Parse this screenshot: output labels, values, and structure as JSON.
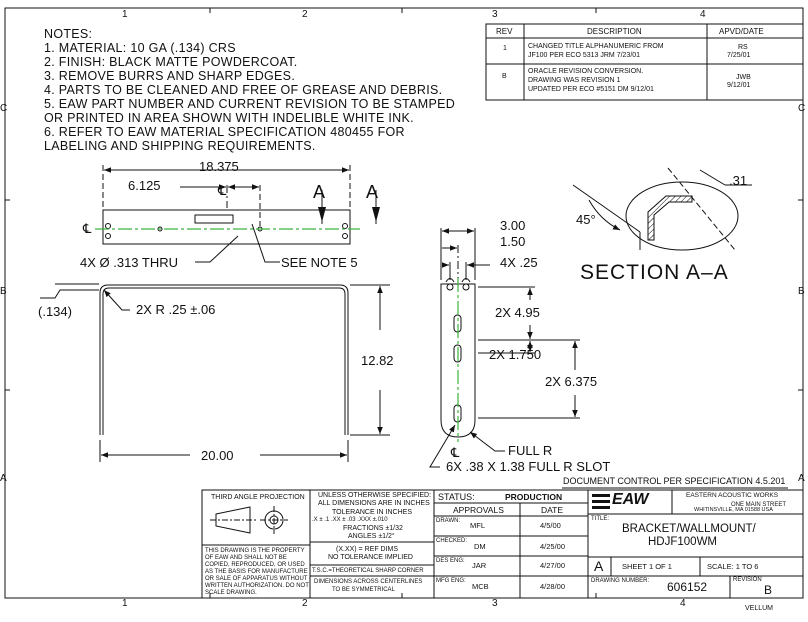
{
  "border": {
    "zones_top": [
      "4",
      "3",
      "2",
      "1"
    ],
    "zones_bottom": [
      "1",
      "2",
      "3",
      "4"
    ],
    "zones_left": [
      "C",
      "B",
      "A"
    ],
    "zones_right": [
      "C",
      "B",
      "A"
    ]
  },
  "notes": {
    "heading": "NOTES:",
    "items": [
      "1. MATERIAL: 10 GA (.134) CRS",
      "2. FINISH: BLACK MATTE POWDERCOAT.",
      "3. REMOVE BURRS AND SHARP EDGES.",
      "4. PARTS TO BE CLEANED AND FREE OF GREASE AND DEBRIS.",
      "5. EAW PART NUMBER AND CURRENT REVISION TO BE STAMPED",
      "    OR PRINTED IN AREA SHOWN WITH INDELIBLE WHITE INK.",
      "6. REFER TO EAW MATERIAL SPECIFICATION 480455 FOR",
      "    LABELING AND SHIPPING REQUIREMENTS."
    ]
  },
  "revisions": {
    "headers": [
      "REV",
      "DESCRIPTION",
      "APVD/DATE"
    ],
    "rows": [
      {
        "rev": "1",
        "desc1": "CHANGED TITLE ALPHANUMERIC FROM",
        "desc2": "JF100 PER ECO 5313 JRM 7/23/01",
        "desc3": "",
        "apvd1": "RS",
        "apvd2": "7/25/01"
      },
      {
        "rev": "B",
        "desc1": "ORACLE REVISION CONVERSION.",
        "desc2": "DRAWING WAS REVISION 1",
        "desc3": "UPDATED PER ECO #5151 DM 9/12/01",
        "apvd1": "JWB",
        "apvd2": "9/12/01"
      }
    ]
  },
  "dims": {
    "d18375": "18.375",
    "d6125": "6.125",
    "cl": "℄",
    "sec_a1": "A",
    "sec_a2": "A",
    "holes": "4X Ø .313 THRU",
    "see_note": "SEE NOTE 5",
    "thk": "(.134)",
    "radius": "2X R .25 ±.06",
    "height": "12.82",
    "width": "20.00",
    "d300": "3.00",
    "d150": "1.50",
    "d4x25": "4X .25",
    "d495": "2X 4.95",
    "d1750": "2X 1.750",
    "d6375": "2X 6.375",
    "fullr": "FULL R",
    "slot": "6X .38 X 1.38 FULL R SLOT",
    "angle": "45°",
    "d31": ".31",
    "section": "SECTION A–A",
    "doc_control": "DOCUMENT CONTROL PER SPECIFICATION 4.5.201"
  },
  "titleblock": {
    "third_angle": "THIRD ANGLE PROJECTION",
    "unless1": "UNLESS OTHERWISE SPECIFIED:",
    "unless2": "ALL DIMENSIONS ARE IN INCHES",
    "tol1": "TOLERANCE IN INCHES",
    "tol2": ".X ± .1   .XX ± .03   .XXX ±.010",
    "tol3": "FRACTIONS ±1/32",
    "tol4": "ANGLES ±1/2°",
    "ref1": "(X.XX) = REF DIMS",
    "ref2": "NO TOLERANCE IMPLIED",
    "tsc": "T.S.C.=THEORETICAL SHARP CORNER",
    "across1": "DIMENSIONS ACROSS CENTERLINES",
    "across2": "TO BE SYMMETRICAL",
    "prop1": "THIS DRAWING IS THE PROPERTY",
    "prop2": "OF EAW AND SHALL NOT BE",
    "prop3": "COPIED, REPRODUCED, OR USED",
    "prop4": "AS THE BASIS FOR MANUFACTURE",
    "prop5": "OR SALE OF APPARATUS WITHOUT",
    "prop6": "WRITTEN AUTHORIZATION. DO NOT",
    "prop7": "SCALE DRAWING.",
    "status_label": "STATUS:",
    "status_value": "PRODUCTION",
    "approvals": "APPROVALS",
    "date": "DATE",
    "rows": [
      {
        "label": "DRAWN:",
        "who": "MFL",
        "date": "4/5/00"
      },
      {
        "label": "CHECKED:",
        "who": "DM",
        "date": "4/25/00"
      },
      {
        "label": "DES ENG:",
        "who": "JAR",
        "date": "4/27/00"
      },
      {
        "label": "MFG ENG:",
        "who": "MCB",
        "date": "4/28/00"
      }
    ],
    "logo": "EAW",
    "company": "EASTERN ACOUSTIC WORKS",
    "addr1": "ONE MAIN STREET",
    "addr2": "WHITINSVILLE, MA  01588  USA",
    "title_label": "TITLE:",
    "title1": "BRACKET/WALLMOUNT/",
    "title2": "HDJF100WM",
    "size": "A",
    "sheet": "SHEET 1 OF 1",
    "scale": "SCALE: 1 TO 6",
    "dwg_label": "DRAWING NUMBER:",
    "dwg_num": "606152",
    "rev_label": "REVISION",
    "rev_value": "B",
    "vellum": "VELLUM"
  }
}
